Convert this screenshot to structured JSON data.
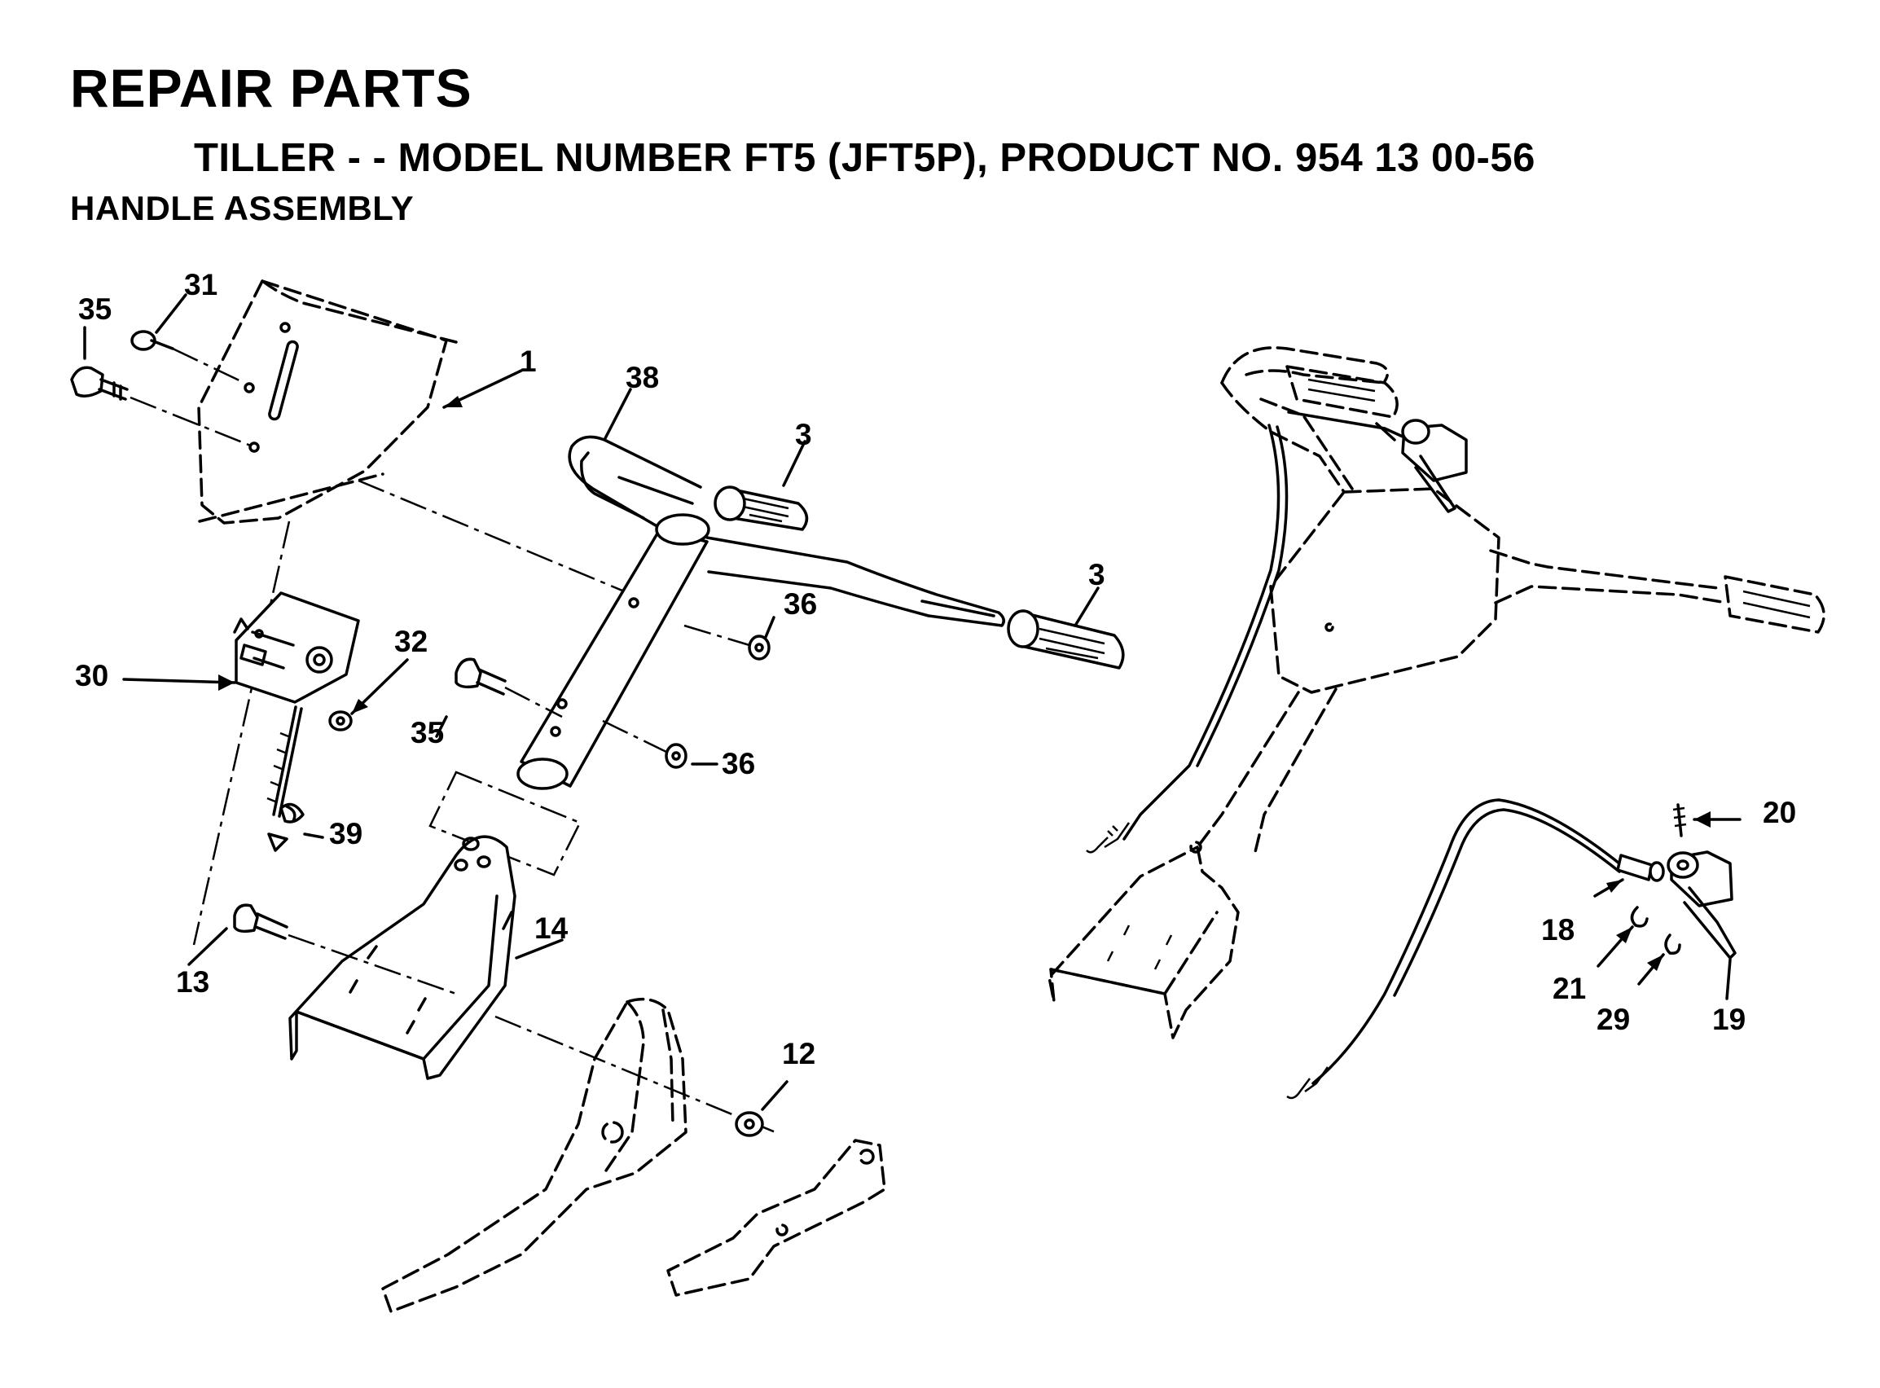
{
  "header": {
    "title": "REPAIR PARTS",
    "subtitle": "TILLER - - MODEL NUMBER FT5 (JFT5P), PRODUCT NO. 954 13 00-56",
    "section": "HANDLE ASSEMBLY"
  },
  "callouts": [
    "1",
    "3",
    "3",
    "12",
    "13",
    "14",
    "18",
    "19",
    "20",
    "21",
    "29",
    "30",
    "31",
    "32",
    "35",
    "35",
    "36",
    "36",
    "38",
    "39"
  ]
}
